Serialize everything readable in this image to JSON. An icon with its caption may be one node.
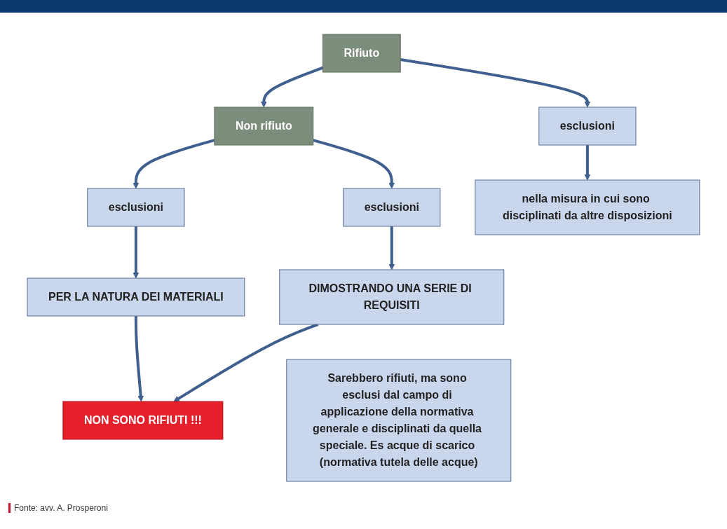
{
  "diagram": {
    "nodes": [
      {
        "text": [
          "Rifiuto"
        ]
      },
      {
        "text": [
          "Non rifiuto"
        ]
      },
      {
        "text": [
          "esclusioni"
        ]
      },
      {
        "text": [
          "esclusioni"
        ]
      },
      {
        "text": [
          "esclusioni"
        ]
      },
      {
        "text": [
          "nella misura in cui sono disciplinati da altre disposizioni"
        ]
      },
      {
        "text": [
          "PER LA NATURA DEI MATERIALI"
        ]
      },
      {
        "text": [
          "DIMOSTRANDO UNA SERIE DI REQUISITI"
        ]
      },
      {
        "text": [
          "Sarebbero rifiuti, ma sono esclusi dal campo di applicazione della normativa generale e disciplinati da quella speciale. Es acque di scarico (normativa tutela delle acque)"
        ]
      },
      {
        "text": [
          "NON SONO RIFIUTI !!!"
        ]
      }
    ],
    "edges": [
      {
        "from": 0,
        "to": 1,
        "arrow": "to"
      },
      {
        "from": 0,
        "to": 2,
        "arrow": "to"
      },
      {
        "from": 1,
        "to": 3,
        "arrow": "to"
      },
      {
        "from": 1,
        "to": 4,
        "arrow": "to"
      },
      {
        "from": 2,
        "to": 5,
        "arrow": "to"
      },
      {
        "from": 3,
        "to": 6,
        "arrow": "to"
      },
      {
        "from": 4,
        "to": 7,
        "arrow": "to"
      },
      {
        "from": 6,
        "to": 9,
        "arrow": "to"
      },
      {
        "from": 7,
        "to": 9,
        "arrow": "to"
      }
    ],
    "labels": [
      "Fonte: avv. A. Prosperoni"
    ]
  }
}
